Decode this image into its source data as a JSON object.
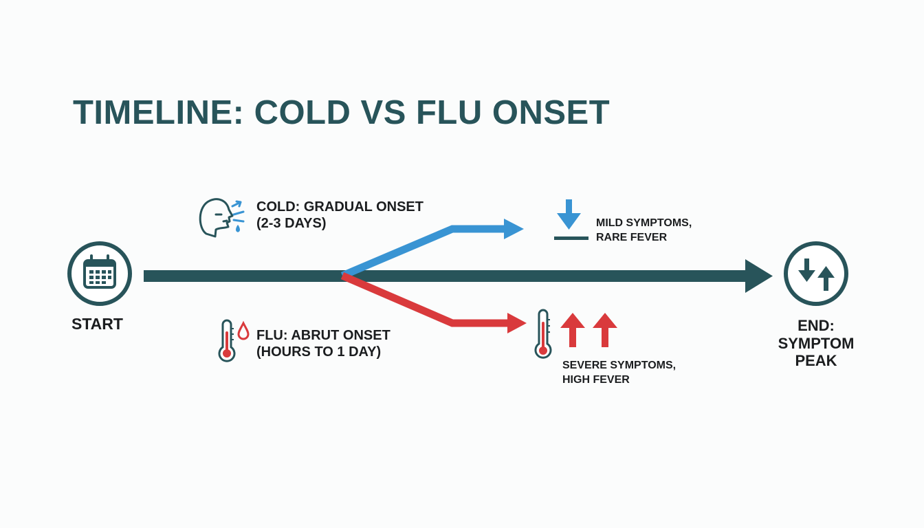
{
  "title": "TIMELINE: COLD VS FLU ONSET",
  "colors": {
    "primary": "#28545a",
    "cold": "#3994d3",
    "flu": "#d93a3c",
    "text": "#1b1d1f",
    "background": "#fbfcfc"
  },
  "start": {
    "label": "START",
    "icon": "calendar-icon"
  },
  "end": {
    "line1": "END:",
    "line2": "SYMPTOM",
    "line3": "PEAK",
    "icon": "up-down-arrows-icon"
  },
  "cold": {
    "line1": "COLD: GRADUAL ONSET",
    "line2": "(2-3 DAYS)",
    "icon": "sneezing-face-icon",
    "outcome": {
      "line1": "MILD SYMPTOMS,",
      "line2": "RARE FEVER",
      "icon": "arrow-down-to-line-icon"
    }
  },
  "flu": {
    "line1": "FLU: ABRUT ONSET",
    "line2": "(HOURS TO 1 DAY)",
    "icon": "thermometer-drop-icon",
    "outcome": {
      "line1": "SEVERE SYMPTOMS,",
      "line2": "HIGH FEVER",
      "icon": "thermometer-up-arrows-icon"
    }
  }
}
